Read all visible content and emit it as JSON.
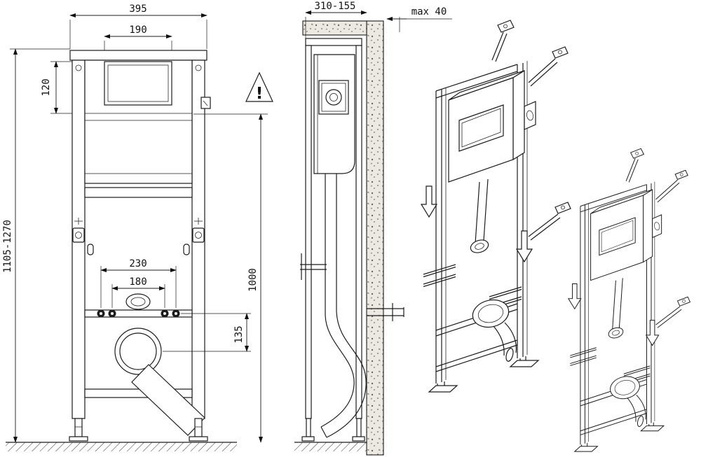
{
  "labels": {
    "frame_height": "1105-1270",
    "front_width": "395",
    "plate_width": "190",
    "plate_height": "120",
    "bolt_outer": "230",
    "bolt_inner": "180",
    "outlet_drop": "135",
    "actuation_height": "1000",
    "depth_range": "310-155",
    "wall_max": "max 40",
    "warning": "!"
  },
  "colors": {
    "line": "#1c1c1c",
    "background": "#ffffff",
    "wall_fill": "#ebe9e2"
  }
}
